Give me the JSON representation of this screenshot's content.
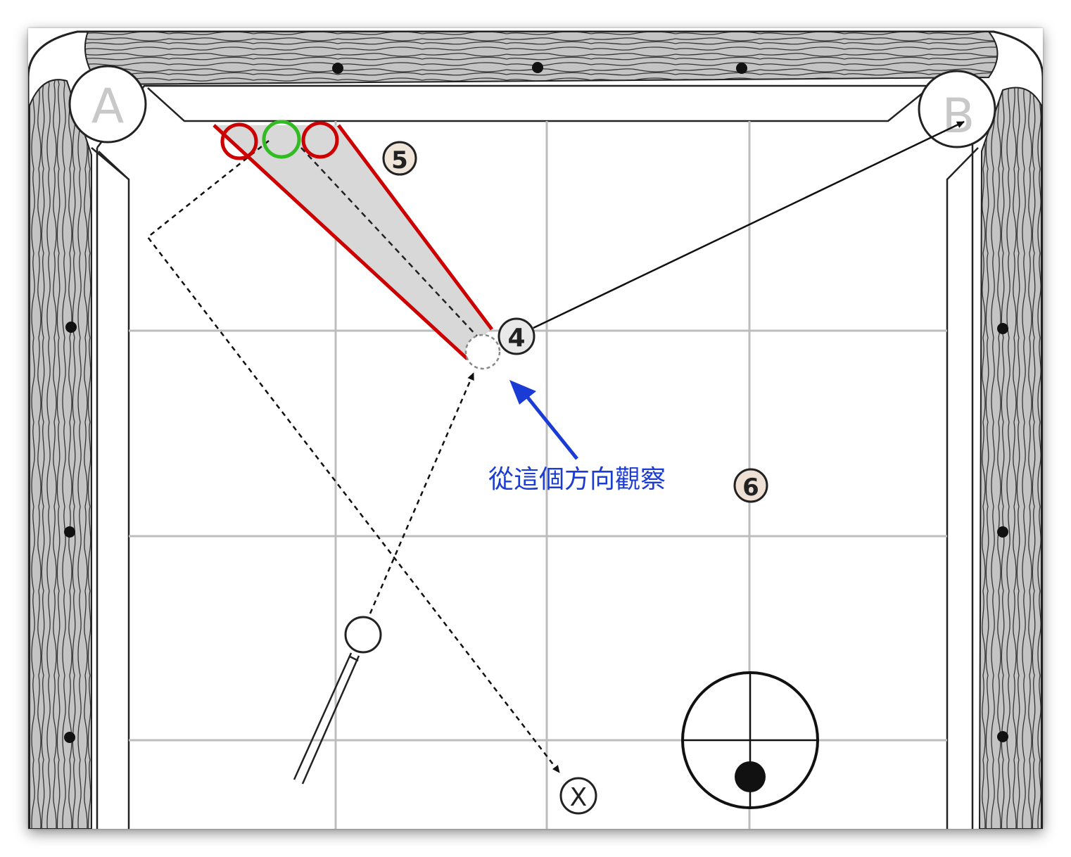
{
  "pockets": {
    "a": "A",
    "b": "B"
  },
  "balls": {
    "four": "4",
    "five": "5",
    "six": "6",
    "target": "X"
  },
  "annotation": {
    "text": "從這個方向觀察",
    "color": "#1a3bd6"
  },
  "colors": {
    "margin_lines": "#cc0000",
    "center_target": "#33bb22",
    "shaded_zone": "#d8d8d8",
    "rail_wood": "#bdbdbd"
  },
  "icons": {
    "english_diagram": "cue-ball-tip-icon",
    "cue": "cue-stick-icon"
  }
}
